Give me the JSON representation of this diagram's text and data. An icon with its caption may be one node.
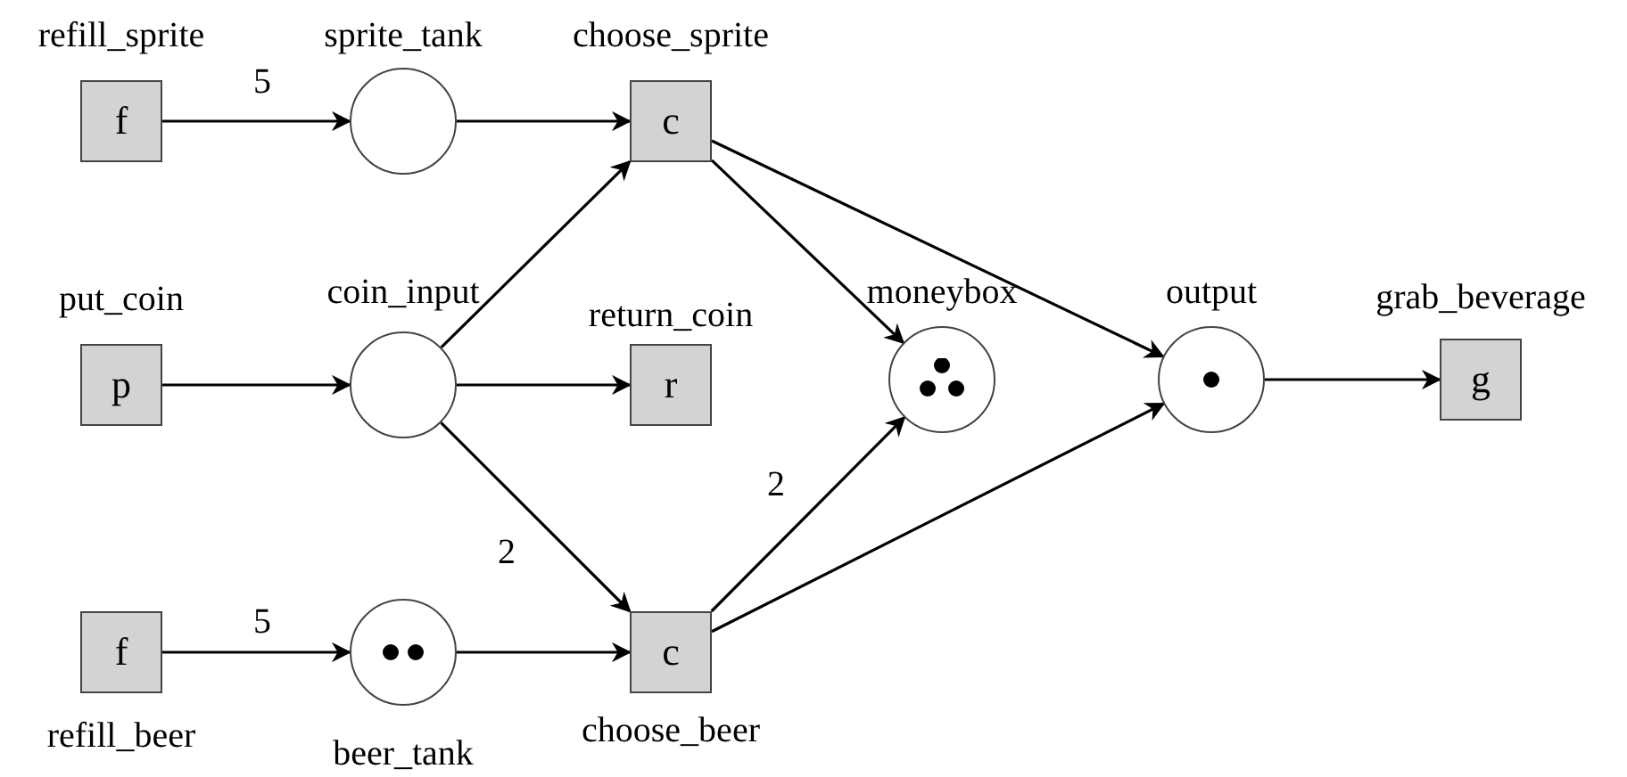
{
  "diagram": {
    "nodes": [
      {
        "text": [
          "f"
        ],
        "beside": [
          "refill_sprite"
        ]
      },
      {
        "text": [],
        "shape": "circle",
        "beside": [
          "sprite_tank"
        ]
      },
      {
        "text": [
          "c"
        ],
        "beside": [
          "choose_sprite"
        ]
      },
      {
        "text": [
          "p"
        ],
        "beside": [
          "put_coin"
        ]
      },
      {
        "text": [],
        "shape": "circle",
        "beside": [
          "coin_input"
        ]
      },
      {
        "text": [
          "r"
        ],
        "beside": [
          "return_coin"
        ]
      },
      {
        "text": [],
        "shape": "circle",
        "beside": [
          "moneybox"
        ]
      },
      {
        "text": [],
        "shape": "circle",
        "beside": [
          "output"
        ]
      },
      {
        "text": [
          "g"
        ],
        "beside": [
          "grab_beverage"
        ]
      },
      {
        "text": [
          "f"
        ],
        "beside": [
          "refill_beer"
        ]
      },
      {
        "text": [],
        "shape": "circle",
        "beside": [
          "beer_tank"
        ]
      },
      {
        "text": [
          "c"
        ],
        "beside": [
          "choose_beer"
        ]
      }
    ],
    "edges": [
      {
        "from": 0,
        "to": 1,
        "arrow": "to",
        "label": "5"
      },
      {
        "from": 1,
        "to": 2,
        "arrow": "to"
      },
      {
        "from": 4,
        "to": 2,
        "arrow": "to"
      },
      {
        "from": 2,
        "to": 6,
        "arrow": "to"
      },
      {
        "from": 2,
        "to": 7,
        "arrow": "to"
      },
      {
        "from": 3,
        "to": 4,
        "arrow": "to"
      },
      {
        "from": 4,
        "to": 5,
        "arrow": "to"
      },
      {
        "from": 4,
        "to": 11,
        "arrow": "to",
        "label": "2"
      },
      {
        "from": 9,
        "to": 10,
        "arrow": "to",
        "label": "5"
      },
      {
        "from": 10,
        "to": 11,
        "arrow": "to"
      },
      {
        "from": 11,
        "to": 6,
        "arrow": "to",
        "label": "2"
      },
      {
        "from": 11,
        "to": 7,
        "arrow": "to"
      },
      {
        "from": 7,
        "to": 8,
        "arrow": "to"
      }
    ]
  }
}
